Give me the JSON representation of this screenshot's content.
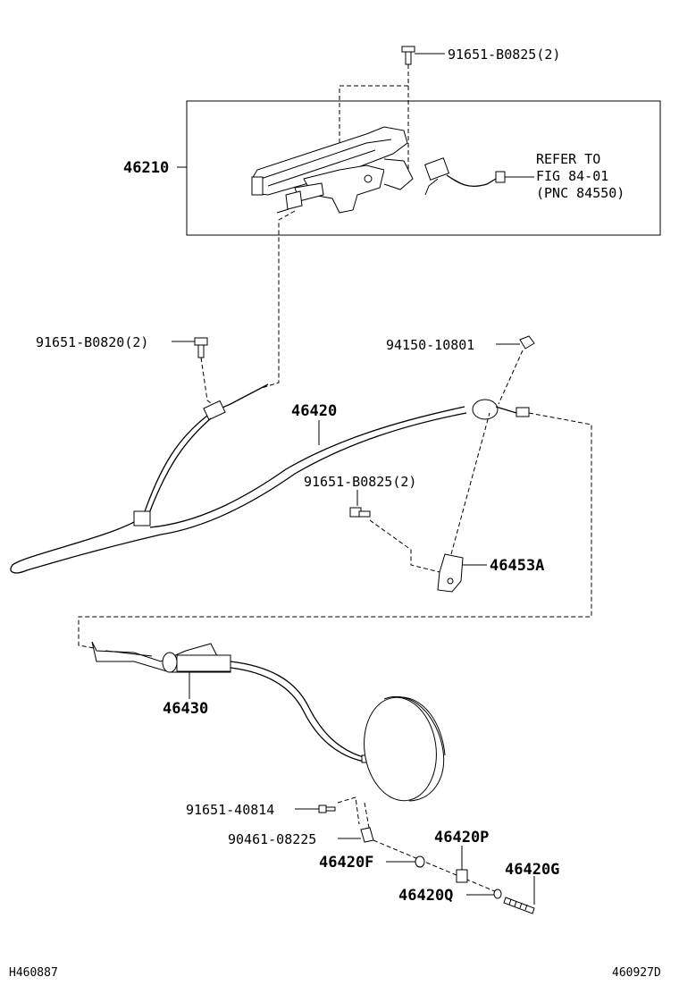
{
  "callouts": {
    "bolt_top": "91651-B0825(2)",
    "lever_assy": "46210",
    "refer_line1": "REFER TO",
    "refer_line2": "FIG 84-01",
    "refer_line3": "(PNC 84550)",
    "bolt_left": "91651-B0820(2)",
    "clip": "94150-10801",
    "cable_front": "46420",
    "bolt_mid": "91651-B0825(2)",
    "bracket": "46453A",
    "cable_rear": "46430",
    "bolt_lower": "91651-40814",
    "clip_lower": "90461-08225",
    "part_f": "46420F",
    "part_p": "46420P",
    "part_q": "46420Q",
    "part_g": "46420G"
  },
  "footer": {
    "left_code": "H460887",
    "right_code": "460927D"
  }
}
